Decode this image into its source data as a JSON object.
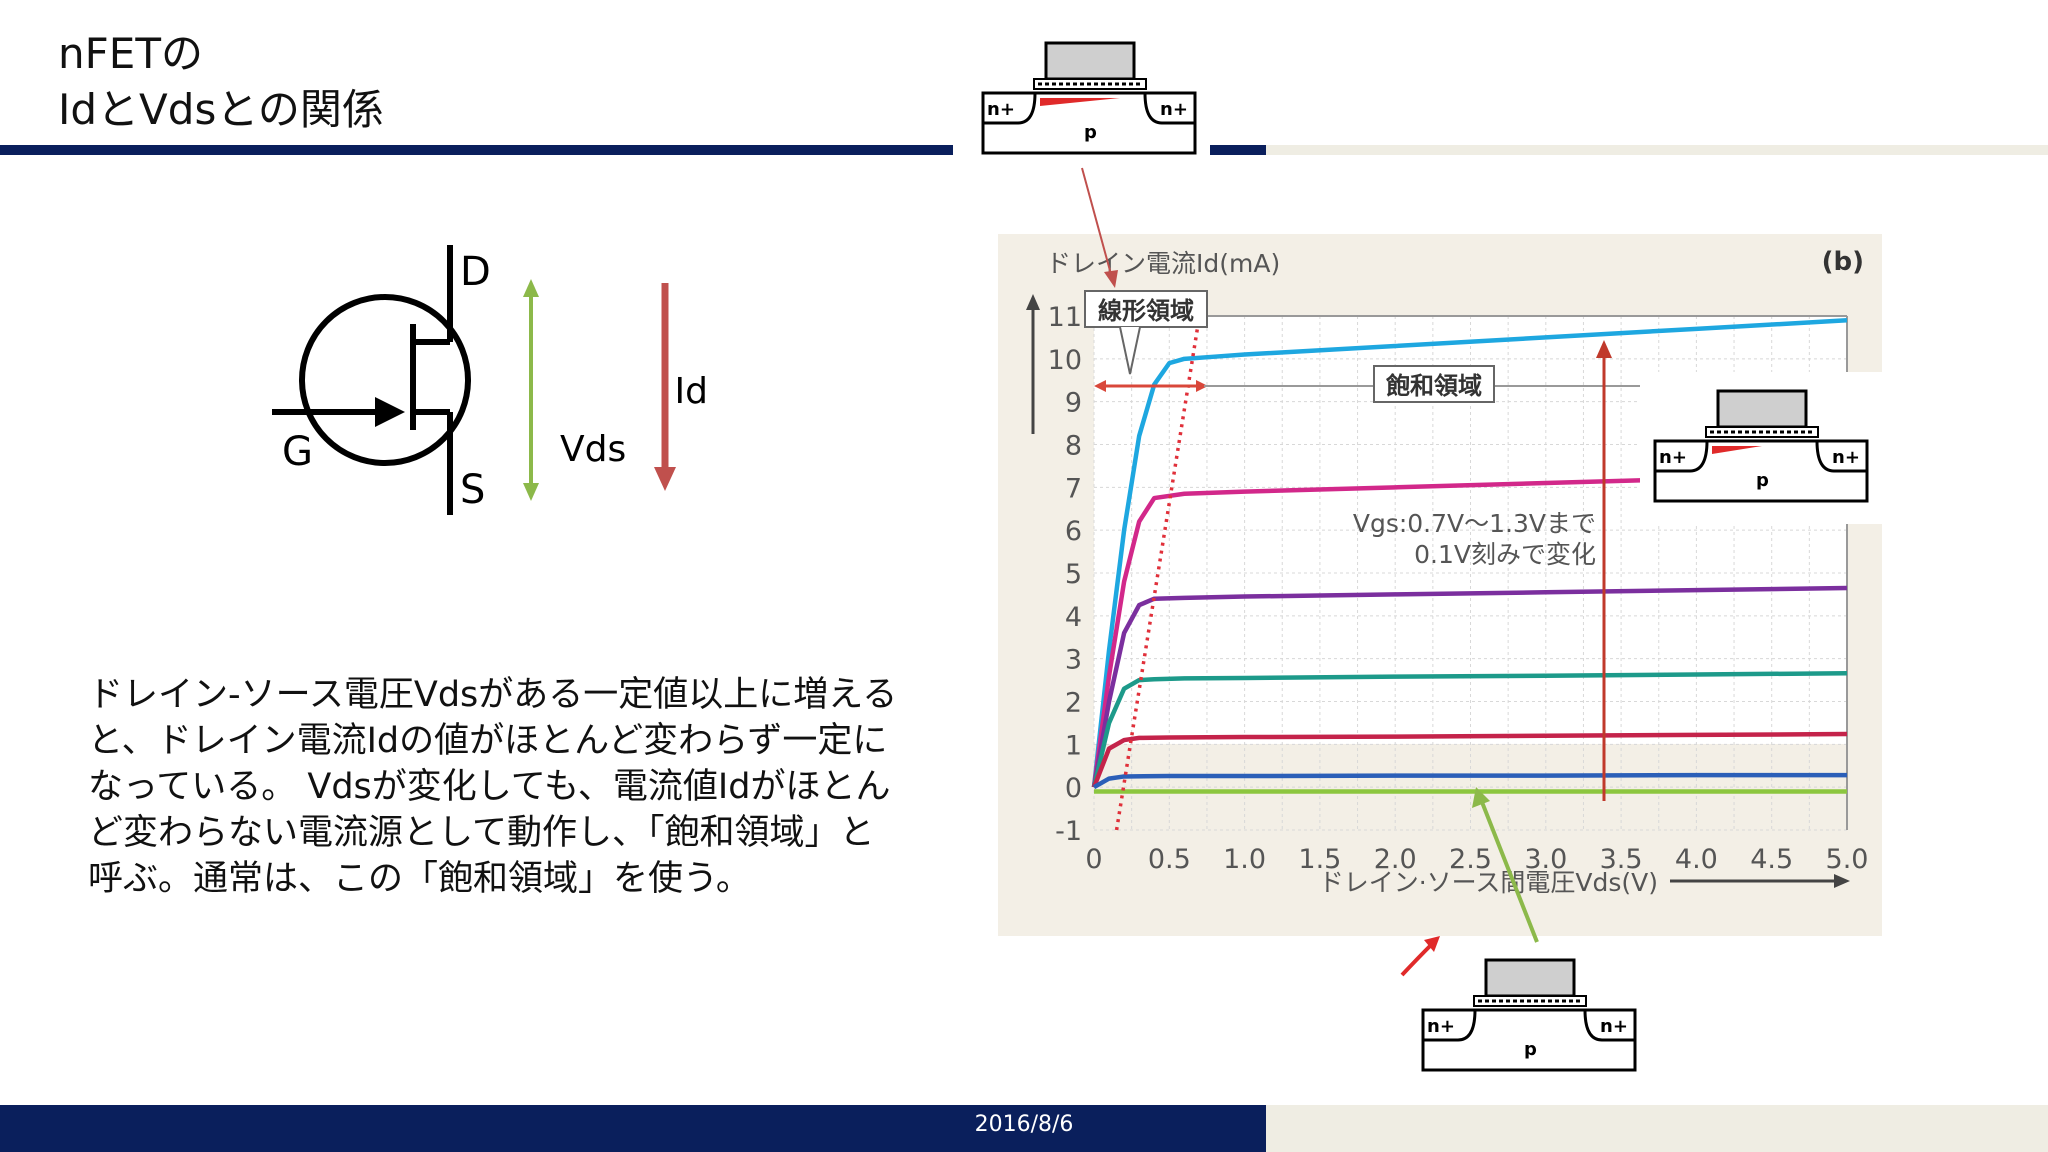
{
  "slide": {
    "title_line1": "nFETの",
    "title_line2": "IdとVdsとの関係",
    "body_text": "ドレイン-ソース電圧Vdsがある一定値以上に増えると、ドレイン電流Idの値がほとんど変わらず一定になっている。 Vdsが変化しても、電流値Idがほとんど変わらない電流源として動作し、「飽和領域」と呼ぶ。通常は、この「飽和領域」を使う。",
    "footer_date": "2016/8/6"
  },
  "transistor_symbol": {
    "label_d": "D",
    "label_g": "G",
    "label_s": "S",
    "label_vds": "Vds",
    "label_id": "Id"
  },
  "device_sketch": {
    "n_plus": "n+",
    "p": "p"
  },
  "colors": {
    "navy": "#0a1f5c",
    "beige": "#efede3",
    "vds_arrow": "#8cb94a",
    "id_arrow": "#c0504d"
  },
  "chart_data": {
    "type": "line",
    "panel_label": "(b)",
    "ylabel": "ドレイン電流Id(mA)",
    "xlabel": "ドレイン·ソース間電圧Vds(V)",
    "xlim": [
      0,
      5.0
    ],
    "ylim": [
      -1,
      11
    ],
    "xticks": [
      "0",
      "0.5",
      "1.0",
      "1.5",
      "2.0",
      "2.5",
      "3.0",
      "3.5",
      "4.0",
      "4.5",
      "5.0"
    ],
    "yticks": [
      "-1",
      "0",
      "1",
      "2",
      "3",
      "4",
      "5",
      "6",
      "7",
      "8",
      "9",
      "10",
      "11"
    ],
    "grid": true,
    "annotations": {
      "linear_region": "線形領域",
      "saturation_region": "飽和領域",
      "vgs_line1": "Vgs:0.7V～1.3Vまで",
      "vgs_line2": "0.1V刻みで変化"
    },
    "series": [
      {
        "color": "#1ea7e0",
        "x": [
          0,
          0.1,
          0.2,
          0.3,
          0.4,
          0.5,
          0.6,
          0.8,
          1.0,
          2.0,
          3.0,
          4.0,
          5.0
        ],
        "values": [
          0,
          3.2,
          6.0,
          8.2,
          9.4,
          9.9,
          10.0,
          10.05,
          10.1,
          10.3,
          10.5,
          10.7,
          10.9
        ]
      },
      {
        "color": "#d2288a",
        "x": [
          0,
          0.1,
          0.2,
          0.3,
          0.4,
          0.6,
          1.0,
          2.0,
          3.0,
          4.0,
          5.0
        ],
        "values": [
          0,
          2.6,
          4.8,
          6.2,
          6.75,
          6.85,
          6.9,
          7.0,
          7.1,
          7.2,
          7.3
        ]
      },
      {
        "color": "#7b2f9e",
        "x": [
          0,
          0.1,
          0.2,
          0.3,
          0.4,
          0.6,
          1.0,
          2.0,
          3.0,
          4.0,
          5.0
        ],
        "values": [
          0,
          2.0,
          3.6,
          4.25,
          4.4,
          4.42,
          4.45,
          4.5,
          4.55,
          4.6,
          4.65
        ]
      },
      {
        "color": "#1d9a8a",
        "x": [
          0,
          0.1,
          0.2,
          0.3,
          0.4,
          0.6,
          1.0,
          2.0,
          3.0,
          4.0,
          5.0
        ],
        "values": [
          0,
          1.5,
          2.3,
          2.5,
          2.52,
          2.54,
          2.55,
          2.58,
          2.6,
          2.63,
          2.66
        ]
      },
      {
        "color": "#c4234a",
        "x": [
          0,
          0.1,
          0.2,
          0.3,
          0.5,
          1.0,
          2.0,
          3.0,
          4.0,
          5.0
        ],
        "values": [
          0,
          0.9,
          1.1,
          1.15,
          1.16,
          1.17,
          1.18,
          1.2,
          1.22,
          1.24
        ]
      },
      {
        "color": "#2b5fb8",
        "x": [
          0,
          0.1,
          0.2,
          0.5,
          1.0,
          2.0,
          3.0,
          4.0,
          5.0
        ],
        "values": [
          0,
          0.2,
          0.25,
          0.26,
          0.26,
          0.27,
          0.27,
          0.28,
          0.28
        ]
      },
      {
        "color": "#8cc63f",
        "x": [
          0,
          0.5,
          1.0,
          2.0,
          3.0,
          4.0,
          5.0
        ],
        "values": [
          -0.1,
          -0.1,
          -0.1,
          -0.1,
          -0.1,
          -0.1,
          -0.1
        ]
      }
    ],
    "boundary_line": {
      "color": "#e0303a",
      "x": [
        0.15,
        0.7
      ],
      "values": [
        -1,
        11
      ]
    }
  }
}
